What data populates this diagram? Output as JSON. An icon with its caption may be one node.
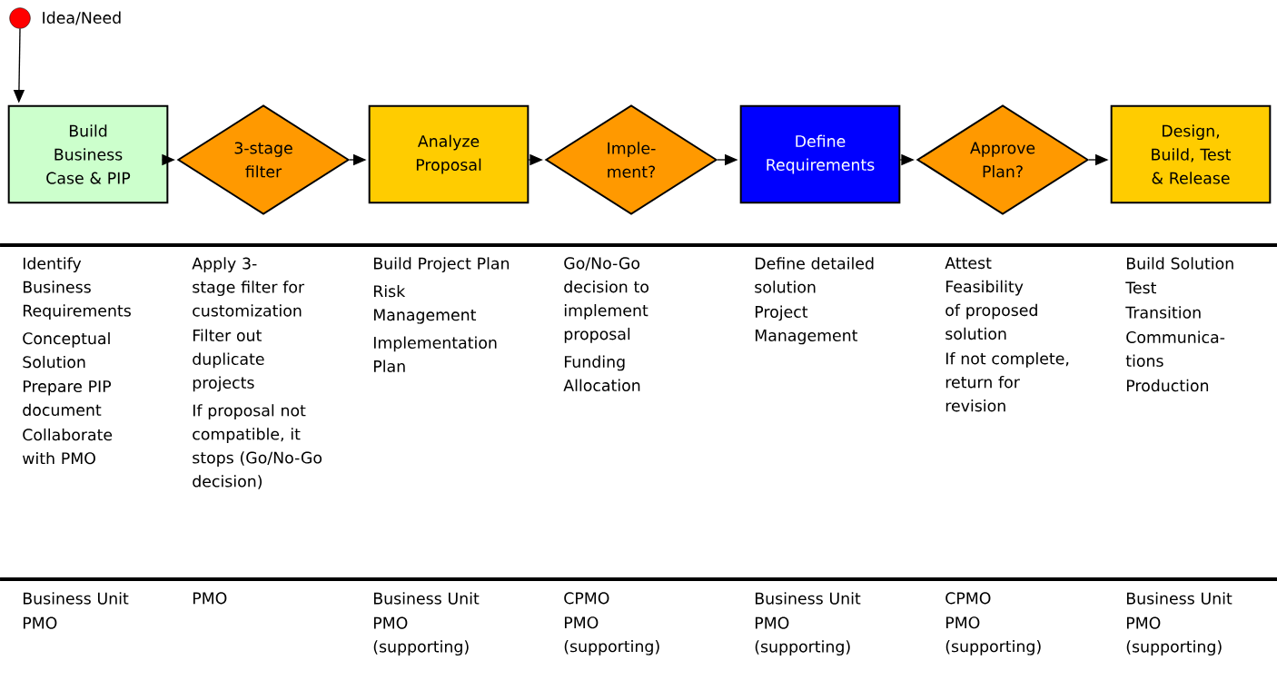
{
  "diagram": {
    "nodes": [
      {
        "text": [],
        "shape": "circle",
        "beside": [
          "Idea/Need"
        ]
      },
      {
        "text": [
          "Build Business Case & PIP"
        ]
      },
      {
        "text": [
          "3-stage filter"
        ]
      },
      {
        "text": [
          "Analyze Proposal"
        ]
      },
      {
        "text": [
          "Imple-ment?"
        ]
      },
      {
        "text": [
          "Define Requirements"
        ]
      },
      {
        "text": [
          "Approve Plan?"
        ]
      },
      {
        "text": [
          "Design, Build, Test & Release"
        ]
      }
    ],
    "edges": [
      {
        "from": 0,
        "to": 1,
        "arrow": "to"
      },
      {
        "from": 1,
        "to": 2,
        "arrow": "to"
      },
      {
        "from": 2,
        "to": 3,
        "arrow": "to"
      },
      {
        "from": 3,
        "to": 4,
        "arrow": "to"
      },
      {
        "from": 4,
        "to": 5,
        "arrow": "to"
      },
      {
        "from": 5,
        "to": 6,
        "arrow": "to"
      },
      {
        "from": 6,
        "to": 7,
        "arrow": "to"
      }
    ],
    "labels": [
      "Identify Business Requirements",
      "Conceptual Solution",
      "Prepare PIP document",
      "Collaborate with PMO",
      "Apply 3-stage filter for customization",
      "Filter out duplicate projects",
      "If proposal not compatible, it stops (Go/No-Go decision)",
      "Build Project Plan",
      "Risk Management",
      "Implementation Plan",
      "Go/No-Go decision to implement proposal",
      "Funding Allocation",
      "Define detailed solution",
      "Project Management",
      "Attest Feasibility of proposed solution",
      "If not complete, return for revision",
      "Build Solution",
      "Test",
      "Transition",
      "Communica-tions",
      "Production",
      "Business Unit",
      "PMO",
      "PMO",
      "Business Unit",
      "PMO (supporting)",
      "CPMO",
      "PMO (supporting)",
      "Business Unit",
      "PMO (supporting)",
      "CPMO",
      "PMO (supporting)",
      "Business Unit",
      "PMO (supporting)"
    ]
  }
}
